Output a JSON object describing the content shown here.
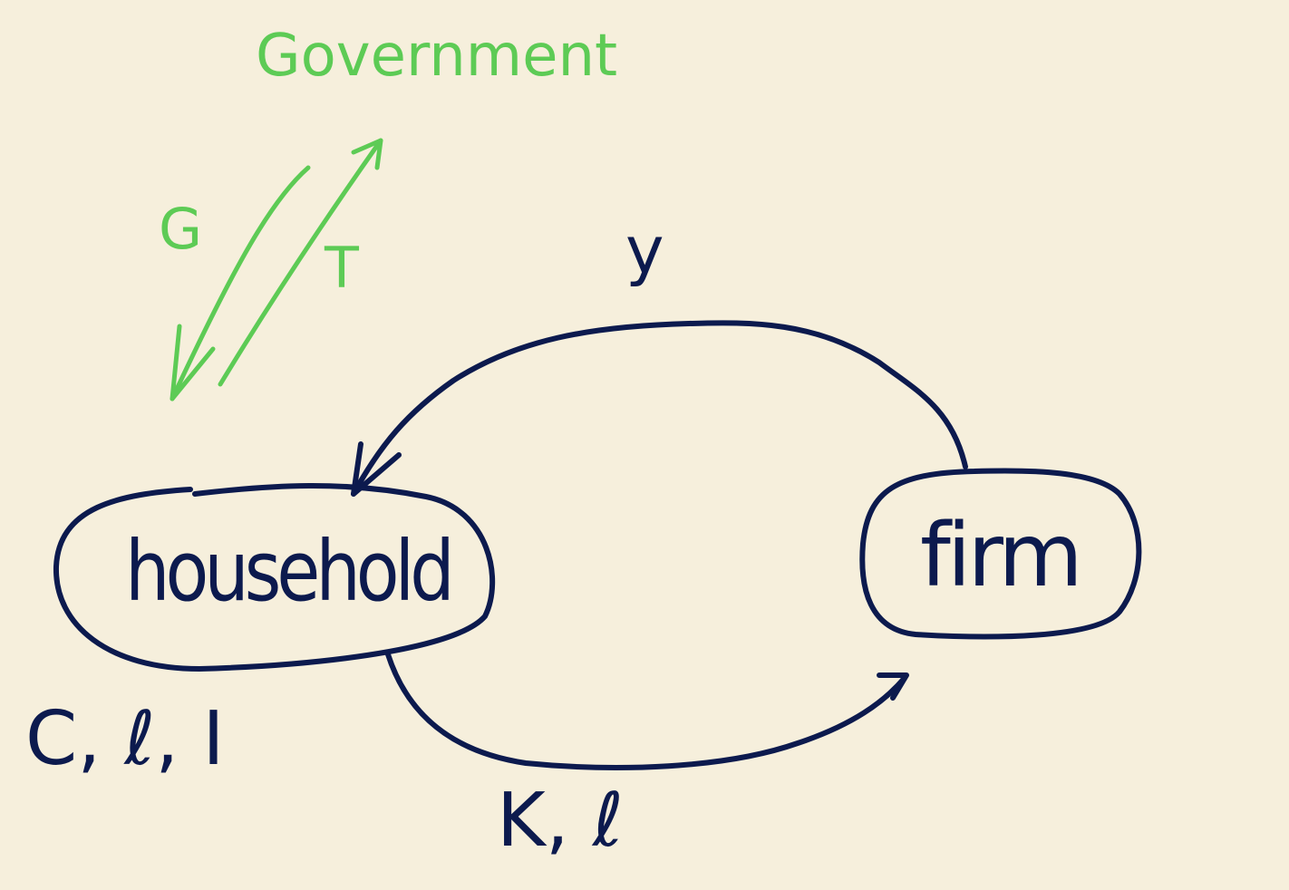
{
  "colors": {
    "background": "#f6efdc",
    "economy": "#0c1a4e",
    "government": "#5dcb55"
  },
  "nodes": {
    "government": "Government",
    "household": "household",
    "firm": "firm"
  },
  "flows": {
    "government_to_household": "G",
    "household_to_government": "T",
    "firm_to_household": "y",
    "household_to_firm": "K, ℓ",
    "household_choices": "C, ℓ, I"
  }
}
